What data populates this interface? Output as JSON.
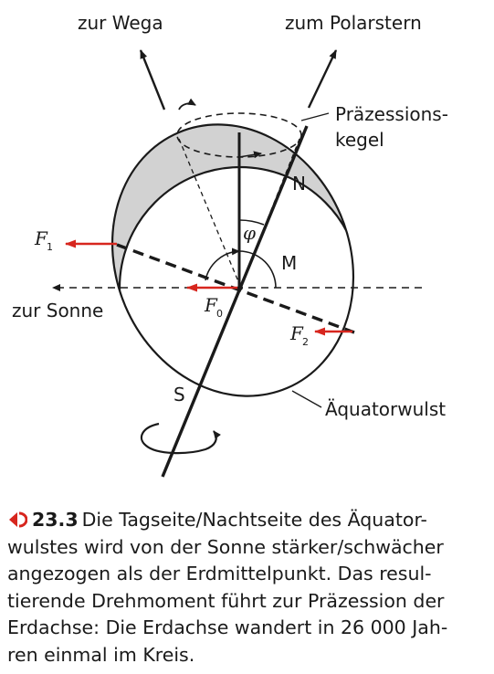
{
  "labels": {
    "wega": "zur Wega",
    "polarstern": "zum Polarstern",
    "kegel_line1": "Präzessions-",
    "kegel_line2": "kegel",
    "n": "N",
    "s": "S",
    "m": "M",
    "phi": "φ",
    "sonne": "zur Sonne",
    "wulst": "Äquatorwulst",
    "f1": "F",
    "f1_sub": "1",
    "f0": "F",
    "f0_sub": "0",
    "f2": "F",
    "f2_sub": "2"
  },
  "caption": {
    "number": "23.3",
    "line1": "Die Tagseite/Nachtseite des Äquator-",
    "line2": "wulstes wird von der Sonne stärker/schwächer",
    "line3": "angezogen als der Erdmittelpunkt. Das resul-",
    "line4": "tierende Drehmoment führt zur Präzession der",
    "line5": "Erdachse: Die Erdachse wandert in 26 000 Jah-",
    "line6": "ren einmal im Kreis."
  },
  "colors": {
    "arrow_red": "#d7261e",
    "bulge_gray": "#d2d2d2",
    "ink": "#1a1a1a"
  }
}
